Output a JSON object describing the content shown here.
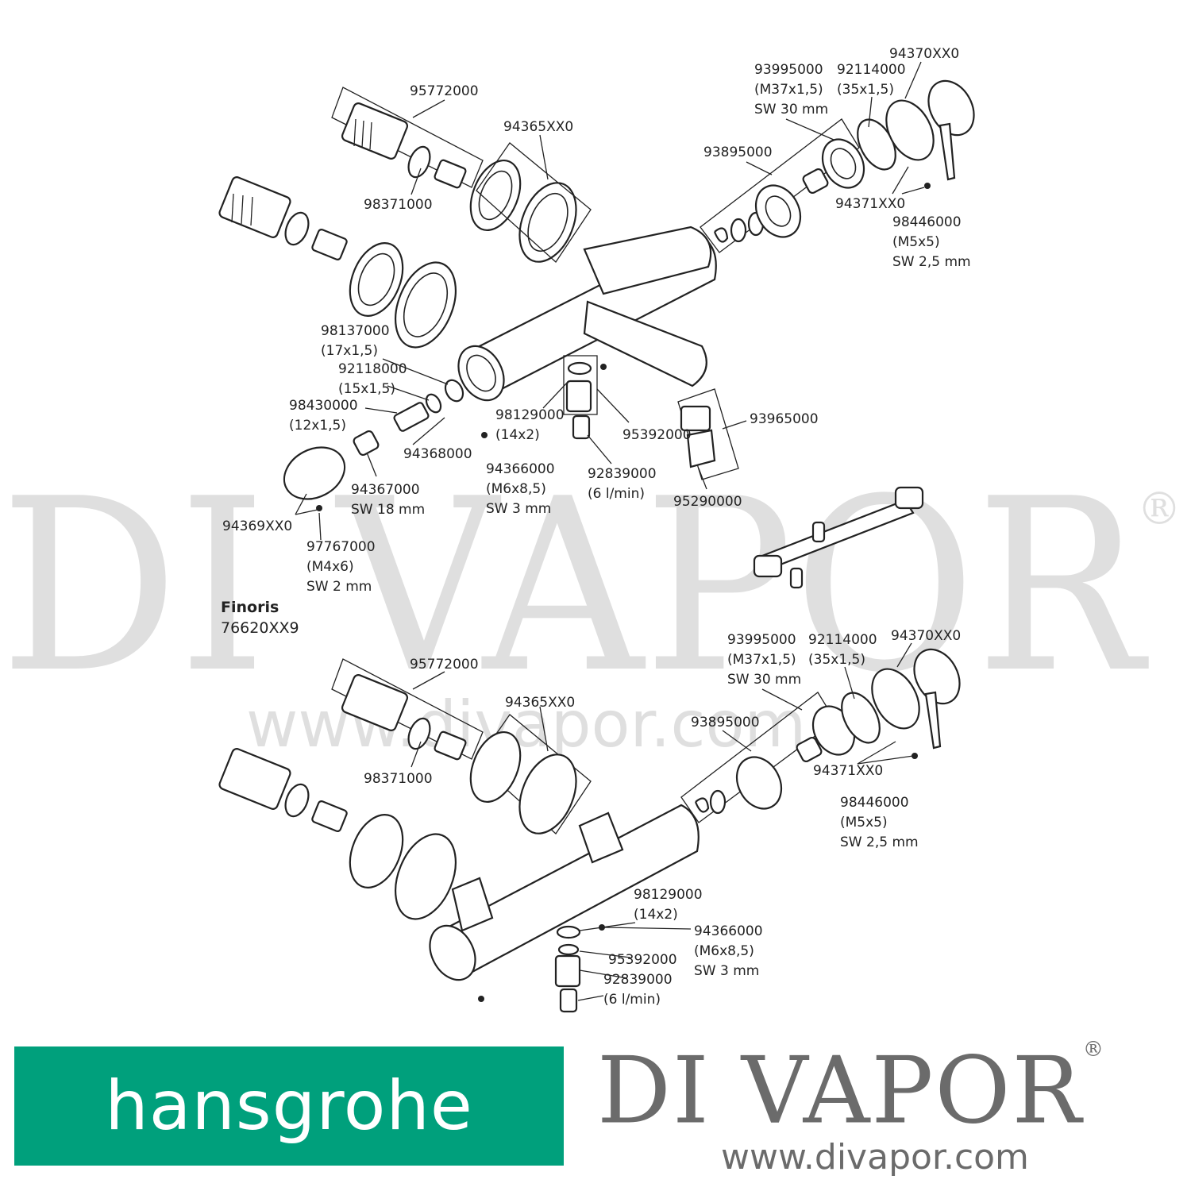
{
  "watermark": {
    "brand": "DI VAPOR",
    "registered": "®",
    "url": "www.divapor.com"
  },
  "model": {
    "name": "Finoris",
    "number": "76620XX9"
  },
  "upper_assembly": {
    "labels": [
      "95772000",
      "98371000",
      "94365XX0",
      "93995000",
      "(M37x1,5)",
      "SW 30 mm",
      "92114000",
      "(35x1,5)",
      "94370XX0",
      "93895000",
      "94371XX0",
      "98446000",
      "(M5x5)",
      "SW 2,5 mm",
      "98137000",
      "(17x1,5)",
      "92118000",
      "(15x1,5)",
      "98430000",
      "(12x1,5)",
      "94368000",
      "94367000",
      "SW 18 mm",
      "94369XX0",
      "97767000",
      "(M4x6)",
      "SW 2 mm",
      "98129000",
      "(14x2)",
      "95392000",
      "94366000",
      "(M6x8,5)",
      "SW 3 mm",
      "92839000",
      "(6 l/min)",
      "93965000",
      "95290000"
    ]
  },
  "lower_assembly": {
    "labels": [
      "95772000",
      "98371000",
      "94365XX0",
      "93995000",
      "(M37x1,5)",
      "SW 30 mm",
      "92114000",
      "(35x1,5)",
      "94370XX0",
      "93895000",
      "94371XX0",
      "98446000",
      "(M5x5)",
      "SW 2,5 mm",
      "98129000",
      "(14x2)",
      "94366000",
      "(M6x8,5)",
      "SW 3 mm",
      "95392000",
      "92839000",
      "(6 l/min)"
    ]
  },
  "logos": {
    "hansgrohe": {
      "text": "hansgrohe",
      "bg_color": "#00a07c",
      "text_color": "#ffffff"
    },
    "divapor": {
      "text": "DI VAPOR",
      "registered": "®",
      "color": "#6b6b6b"
    },
    "divapor_url": "www.divapor.com"
  }
}
